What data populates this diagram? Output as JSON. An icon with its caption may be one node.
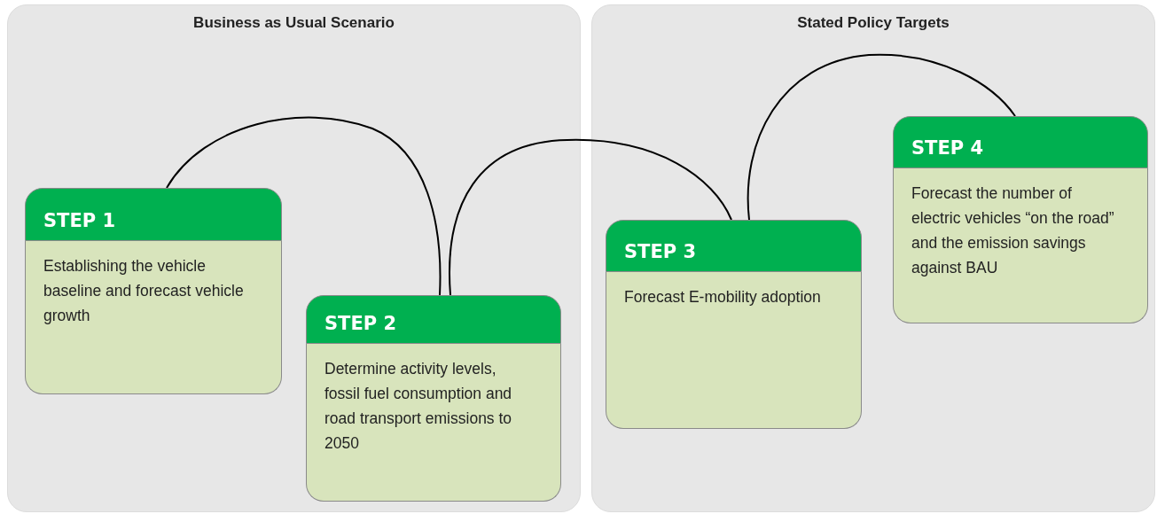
{
  "diagram": {
    "nodes": [
      {
        "text": [
          "Business as Usual Scenario"
        ]
      },
      {
        "text": [
          "Stated Policy Targets"
        ]
      },
      {
        "text": [
          "STEP 1",
          "Establishing the vehicle baseline and forecast vehicle growth"
        ],
        "in": 0
      },
      {
        "text": [
          "STEP 2",
          "Determine activity levels, fossil fuel consumption and road transport emissions to 2050"
        ],
        "in": 0
      },
      {
        "text": [
          "STEP 3",
          "Forecast E-mobility adoption"
        ],
        "in": 1
      },
      {
        "text": [
          "STEP 4",
          "Forecast the number of electric vehicles “on the road” and the emission savings against BAU"
        ],
        "in": 1
      }
    ],
    "edges": [
      {
        "from": 2,
        "to": 3,
        "arrow": "none"
      },
      {
        "from": 3,
        "to": 4,
        "arrow": "none"
      },
      {
        "from": 4,
        "to": 5,
        "arrow": "none"
      }
    ]
  }
}
